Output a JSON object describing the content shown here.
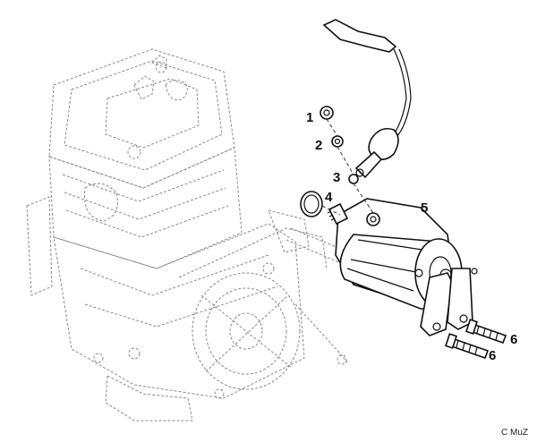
{
  "diagram": {
    "callouts": [
      {
        "id": "1",
        "label": "1"
      },
      {
        "id": "2",
        "label": "2"
      },
      {
        "id": "3",
        "label": "3"
      },
      {
        "id": "4",
        "label": "4"
      },
      {
        "id": "5",
        "label": "5"
      },
      {
        "id": "6a",
        "label": "6"
      },
      {
        "id": "6b",
        "label": "6"
      }
    ],
    "copyright": "C MuZ"
  }
}
